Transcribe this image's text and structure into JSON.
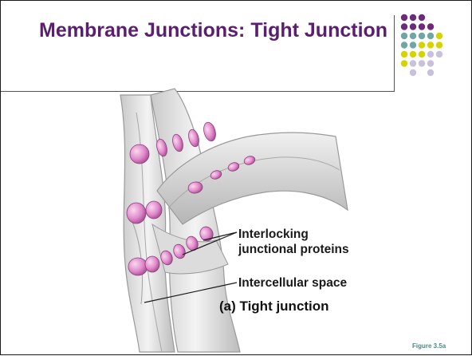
{
  "slide": {
    "title": "Membrane Junctions: Tight Junction",
    "accent_color": "#5a1f6e",
    "dot_colors": {
      "purple": "#6e2a7a",
      "teal": "#6fa6a6",
      "yellow": "#d6d400",
      "lavender": "#c9c1dc"
    }
  },
  "figure": {
    "labels": {
      "proteins": "Interlocking\njunctional proteins",
      "space": "Intercellular space"
    },
    "caption": "(a) Tight junction",
    "reference": "Figure 3.5a"
  }
}
